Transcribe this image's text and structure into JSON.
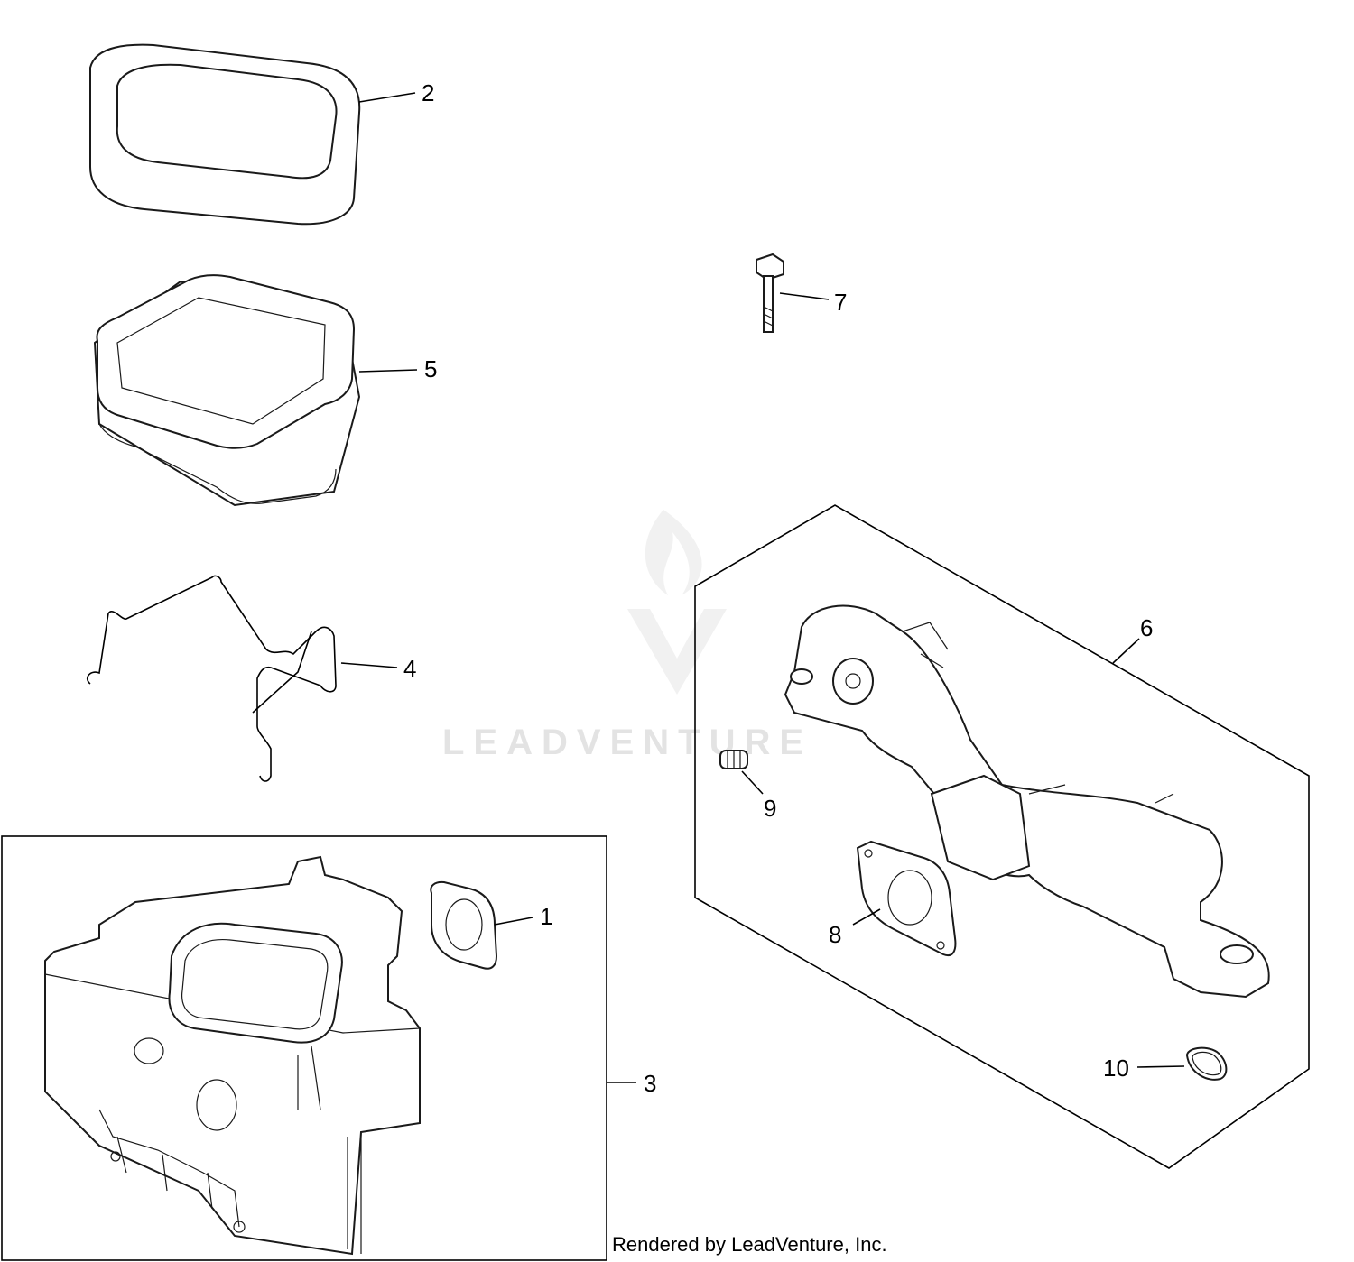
{
  "callouts": [
    "1",
    "2",
    "3",
    "4",
    "5",
    "6",
    "7",
    "8",
    "9",
    "10"
  ],
  "watermark": "LEADVENTURE",
  "credit": "Rendered by LeadVenture, Inc."
}
